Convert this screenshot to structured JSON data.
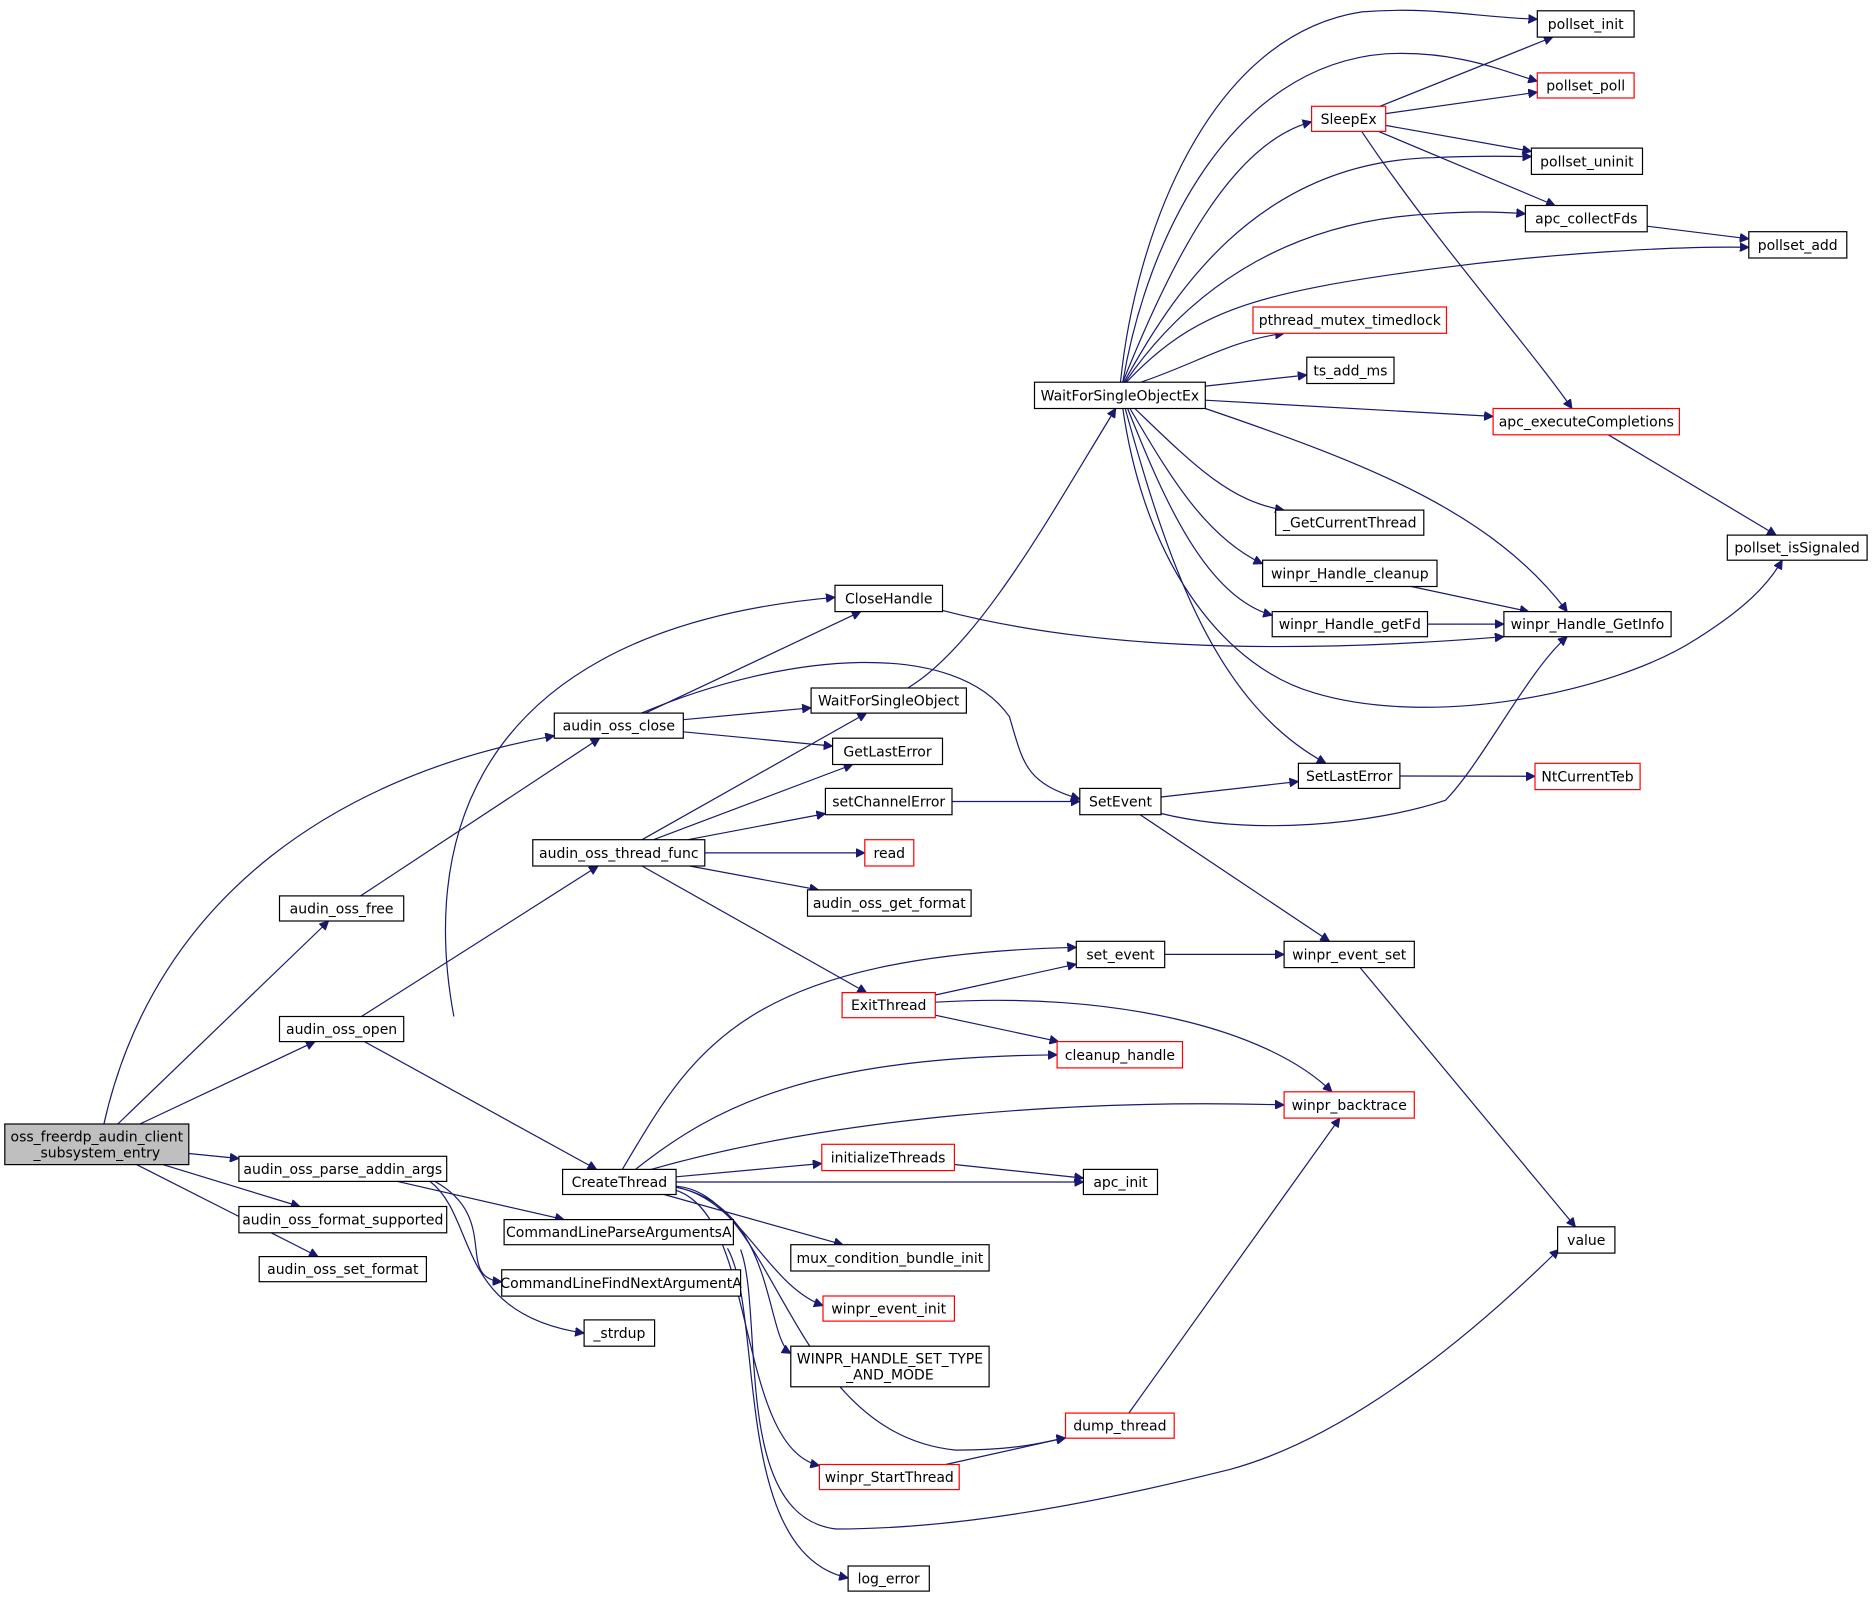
{
  "root_node": "oss_freerdp_audin_client_subsystem_entry",
  "nodes": [
    {
      "id": "root",
      "label": [
        "oss_freerdp_audin_client",
        "_subsystem_entry"
      ],
      "style": "root"
    },
    {
      "id": "parse_args",
      "label": [
        "audin_oss_parse_addin_args"
      ],
      "style": "normal"
    },
    {
      "id": "format_supported",
      "label": [
        "audin_oss_format_supported"
      ],
      "style": "normal"
    },
    {
      "id": "set_format",
      "label": [
        "audin_oss_set_format"
      ],
      "style": "normal"
    },
    {
      "id": "oss_free",
      "label": [
        "audin_oss_free"
      ],
      "style": "normal"
    },
    {
      "id": "oss_open",
      "label": [
        "audin_oss_open"
      ],
      "style": "normal"
    },
    {
      "id": "oss_close",
      "label": [
        "audin_oss_close"
      ],
      "style": "normal"
    },
    {
      "id": "thread_func",
      "label": [
        "audin_oss_thread_func"
      ],
      "style": "normal"
    },
    {
      "id": "CreateThread",
      "label": [
        "CreateThread"
      ],
      "style": "normal"
    },
    {
      "id": "CLParse",
      "label": [
        "CommandLineParseArgumentsA"
      ],
      "style": "normal"
    },
    {
      "id": "CLFind",
      "label": [
        "CommandLineFindNextArgumentA"
      ],
      "style": "normal"
    },
    {
      "id": "strdup",
      "label": [
        "_strdup"
      ],
      "style": "normal"
    },
    {
      "id": "CloseHandle",
      "label": [
        "CloseHandle"
      ],
      "style": "normal"
    },
    {
      "id": "WaitForSingleObject",
      "label": [
        "WaitForSingleObject"
      ],
      "style": "normal"
    },
    {
      "id": "GetLastError",
      "label": [
        "GetLastError"
      ],
      "style": "normal"
    },
    {
      "id": "setChannelError",
      "label": [
        "setChannelError"
      ],
      "style": "normal"
    },
    {
      "id": "read",
      "label": [
        "read"
      ],
      "style": "red"
    },
    {
      "id": "get_format",
      "label": [
        "audin_oss_get_format"
      ],
      "style": "normal"
    },
    {
      "id": "ExitThread",
      "label": [
        "ExitThread"
      ],
      "style": "red"
    },
    {
      "id": "initializeThreads",
      "label": [
        "initializeThreads"
      ],
      "style": "red"
    },
    {
      "id": "mux",
      "label": [
        "mux_condition_bundle_init"
      ],
      "style": "normal"
    },
    {
      "id": "event_init",
      "label": [
        "winpr_event_init"
      ],
      "style": "red"
    },
    {
      "id": "HSTM",
      "label": [
        "WINPR_HANDLE_SET_TYPE",
        "_AND_MODE"
      ],
      "style": "normal"
    },
    {
      "id": "StartThread",
      "label": [
        "winpr_StartThread"
      ],
      "style": "red"
    },
    {
      "id": "log_error",
      "label": [
        "log_error"
      ],
      "style": "normal"
    },
    {
      "id": "WFSOEx",
      "label": [
        "WaitForSingleObjectEx"
      ],
      "style": "normal"
    },
    {
      "id": "SetEvent",
      "label": [
        "SetEvent"
      ],
      "style": "normal"
    },
    {
      "id": "set_event",
      "label": [
        "set_event"
      ],
      "style": "normal"
    },
    {
      "id": "cleanup_handle",
      "label": [
        "cleanup_handle"
      ],
      "style": "red"
    },
    {
      "id": "apc_init",
      "label": [
        "apc_init"
      ],
      "style": "normal"
    },
    {
      "id": "dump_thread",
      "label": [
        "dump_thread"
      ],
      "style": "red"
    },
    {
      "id": "pollset_init",
      "label": [
        "pollset_init"
      ],
      "style": "normal"
    },
    {
      "id": "pollset_poll",
      "label": [
        "pollset_poll"
      ],
      "style": "red"
    },
    {
      "id": "SleepEx",
      "label": [
        "SleepEx"
      ],
      "style": "red"
    },
    {
      "id": "pollset_uninit",
      "label": [
        "pollset_uninit"
      ],
      "style": "normal"
    },
    {
      "id": "apc_collectFds",
      "label": [
        "apc_collectFds"
      ],
      "style": "normal"
    },
    {
      "id": "pollset_add",
      "label": [
        "pollset_add"
      ],
      "style": "normal"
    },
    {
      "id": "pthread_mutex",
      "label": [
        "pthread_mutex_timedlock"
      ],
      "style": "red"
    },
    {
      "id": "ts_add_ms",
      "label": [
        "ts_add_ms"
      ],
      "style": "normal"
    },
    {
      "id": "apc_exec",
      "label": [
        "apc_executeCompletions"
      ],
      "style": "red"
    },
    {
      "id": "GetCurrentThread",
      "label": [
        "_GetCurrentThread"
      ],
      "style": "normal"
    },
    {
      "id": "Handle_cleanup",
      "label": [
        "winpr_Handle_cleanup"
      ],
      "style": "normal"
    },
    {
      "id": "Handle_getFd",
      "label": [
        "winpr_Handle_getFd"
      ],
      "style": "normal"
    },
    {
      "id": "Handle_GetInfo",
      "label": [
        "winpr_Handle_GetInfo"
      ],
      "style": "normal"
    },
    {
      "id": "SetLastError",
      "label": [
        "SetLastError"
      ],
      "style": "normal"
    },
    {
      "id": "NtCurrentTeb",
      "label": [
        "NtCurrentTeb"
      ],
      "style": "red"
    },
    {
      "id": "winpr_event_set",
      "label": [
        "winpr_event_set"
      ],
      "style": "normal"
    },
    {
      "id": "winpr_backtrace",
      "label": [
        "winpr_backtrace"
      ],
      "style": "red"
    },
    {
      "id": "value",
      "label": [
        "value"
      ],
      "style": "normal"
    },
    {
      "id": "pollset_isSignaled",
      "label": [
        "pollset_isSignaled"
      ],
      "style": "normal"
    }
  ],
  "edges": [
    [
      "root",
      "oss_close"
    ],
    [
      "root",
      "oss_free"
    ],
    [
      "root",
      "oss_open"
    ],
    [
      "root",
      "parse_args"
    ],
    [
      "root",
      "format_supported"
    ],
    [
      "root",
      "set_format"
    ],
    [
      "oss_free",
      "oss_close"
    ],
    [
      "oss_open",
      "CloseHandle"
    ],
    [
      "oss_open",
      "thread_func"
    ],
    [
      "oss_open",
      "CreateThread"
    ],
    [
      "oss_close",
      "CloseHandle"
    ],
    [
      "oss_close",
      "WaitForSingleObject"
    ],
    [
      "oss_close",
      "GetLastError"
    ],
    [
      "oss_close",
      "SetEvent"
    ],
    [
      "parse_args",
      "CLParse"
    ],
    [
      "parse_args",
      "CLFind"
    ],
    [
      "parse_args",
      "strdup"
    ],
    [
      "CLParse",
      "log_error"
    ],
    [
      "CLParse",
      "value"
    ],
    [
      "thread_func",
      "WaitForSingleObject"
    ],
    [
      "thread_func",
      "GetLastError"
    ],
    [
      "thread_func",
      "setChannelError"
    ],
    [
      "thread_func",
      "read"
    ],
    [
      "thread_func",
      "get_format"
    ],
    [
      "thread_func",
      "ExitThread"
    ],
    [
      "CreateThread",
      "set_event"
    ],
    [
      "CreateThread",
      "cleanup_handle"
    ],
    [
      "CreateThread",
      "winpr_backtrace"
    ],
    [
      "CreateThread",
      "initializeThreads"
    ],
    [
      "CreateThread",
      "apc_init"
    ],
    [
      "CreateThread",
      "mux"
    ],
    [
      "CreateThread",
      "event_init"
    ],
    [
      "CreateThread",
      "HSTM"
    ],
    [
      "CreateThread",
      "StartThread"
    ],
    [
      "CreateThread",
      "dump_thread"
    ],
    [
      "CloseHandle",
      "Handle_GetInfo"
    ],
    [
      "WaitForSingleObject",
      "WFSOEx"
    ],
    [
      "setChannelError",
      "SetEvent"
    ],
    [
      "ExitThread",
      "set_event"
    ],
    [
      "ExitThread",
      "cleanup_handle"
    ],
    [
      "ExitThread",
      "winpr_backtrace"
    ],
    [
      "initializeThreads",
      "apc_init"
    ],
    [
      "StartThread",
      "dump_thread"
    ],
    [
      "dump_thread",
      "winpr_backtrace"
    ],
    [
      "SetEvent",
      "SetLastError"
    ],
    [
      "SetEvent",
      "Handle_GetInfo"
    ],
    [
      "SetEvent",
      "winpr_event_set"
    ],
    [
      "set_event",
      "winpr_event_set"
    ],
    [
      "winpr_event_set",
      "value"
    ],
    [
      "SetLastError",
      "NtCurrentTeb"
    ],
    [
      "WFSOEx",
      "pollset_init"
    ],
    [
      "WFSOEx",
      "pollset_poll"
    ],
    [
      "WFSOEx",
      "SleepEx"
    ],
    [
      "WFSOEx",
      "pollset_uninit"
    ],
    [
      "WFSOEx",
      "apc_collectFds"
    ],
    [
      "WFSOEx",
      "pollset_add"
    ],
    [
      "WFSOEx",
      "pthread_mutex"
    ],
    [
      "WFSOEx",
      "ts_add_ms"
    ],
    [
      "WFSOEx",
      "apc_exec"
    ],
    [
      "WFSOEx",
      "GetCurrentThread"
    ],
    [
      "WFSOEx",
      "Handle_cleanup"
    ],
    [
      "WFSOEx",
      "Handle_getFd"
    ],
    [
      "WFSOEx",
      "Handle_GetInfo"
    ],
    [
      "WFSOEx",
      "SetLastError"
    ],
    [
      "WFSOEx",
      "pollset_isSignaled"
    ],
    [
      "SleepEx",
      "pollset_init"
    ],
    [
      "SleepEx",
      "pollset_poll"
    ],
    [
      "SleepEx",
      "pollset_uninit"
    ],
    [
      "SleepEx",
      "apc_collectFds"
    ],
    [
      "SleepEx",
      "apc_exec"
    ],
    [
      "apc_collectFds",
      "pollset_add"
    ],
    [
      "apc_exec",
      "pollset_isSignaled"
    ],
    [
      "Handle_cleanup",
      "Handle_GetInfo"
    ],
    [
      "Handle_getFd",
      "Handle_GetInfo"
    ]
  ]
}
